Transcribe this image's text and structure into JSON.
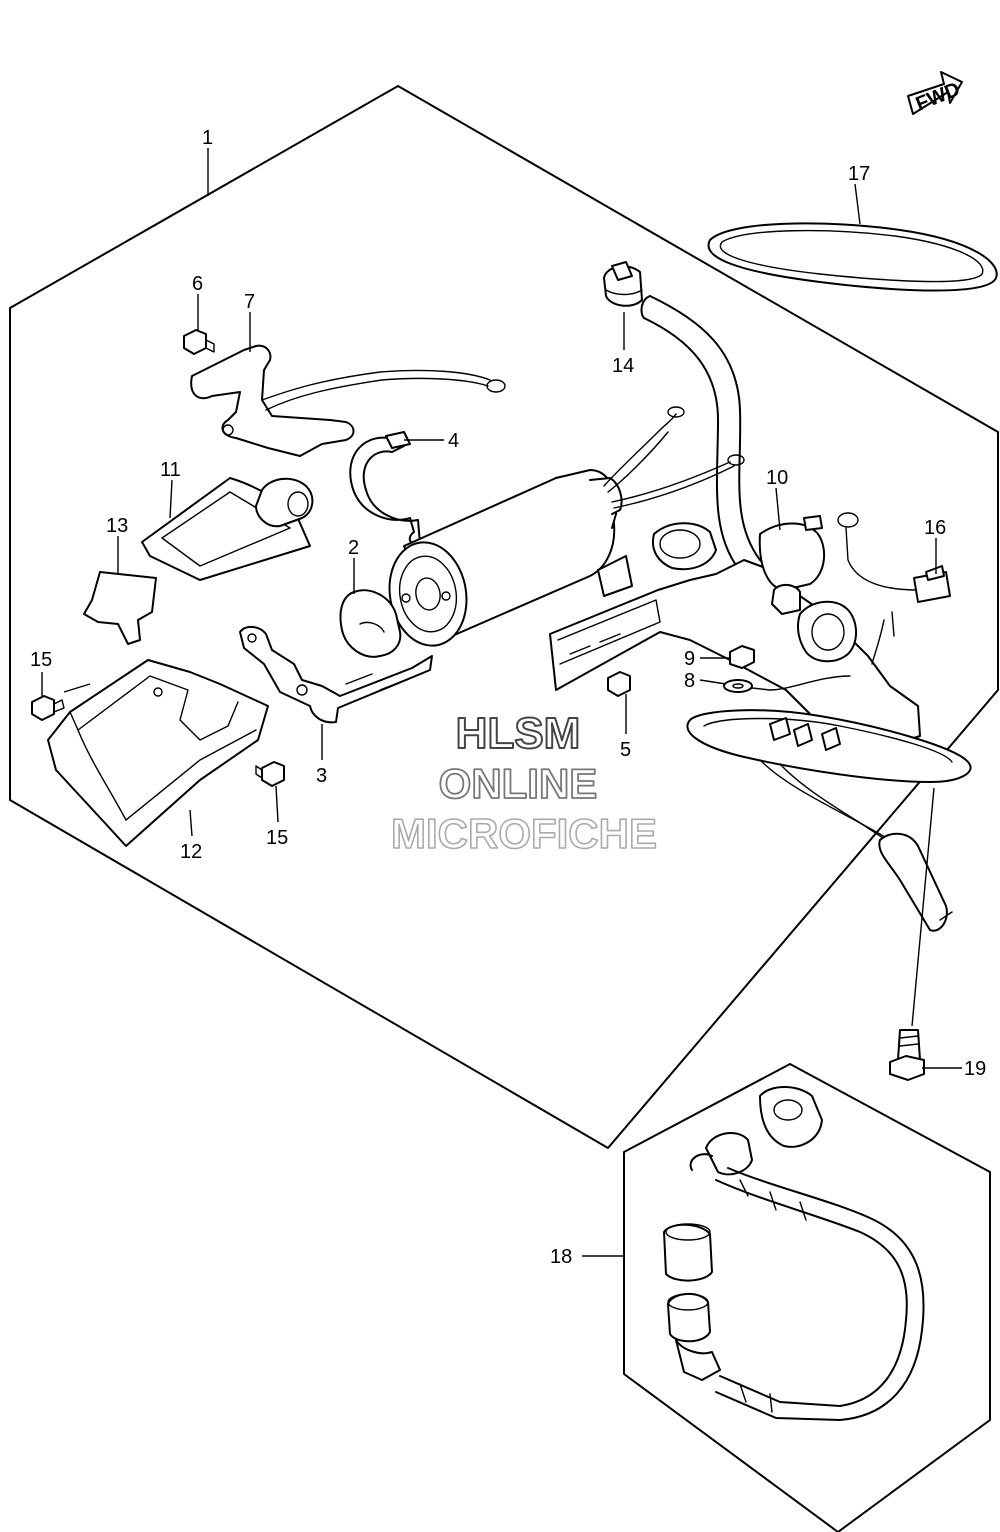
{
  "badge": {
    "text": "FWD"
  },
  "watermark": {
    "line1": "HLSM",
    "line2": "ONLINE",
    "line3": "MICROFICHE"
  },
  "callouts": {
    "c1": "1",
    "c2": "2",
    "c3": "3",
    "c4": "4",
    "c5": "5",
    "c6": "6",
    "c7": "7",
    "c8": "8",
    "c9": "9",
    "c10": "10",
    "c11": "11",
    "c12": "12",
    "c13": "13",
    "c14": "14",
    "c15a": "15",
    "c15b": "15",
    "c16": "16",
    "c17": "17",
    "c18": "18",
    "c19": "19"
  }
}
